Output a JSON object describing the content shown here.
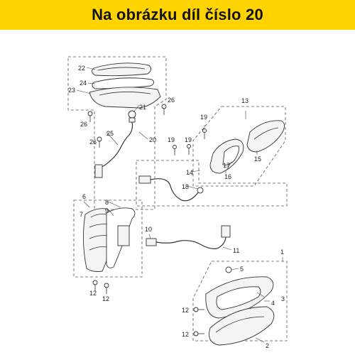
{
  "banner": {
    "title": "Na obrázku díl číslo 20"
  },
  "colors": {
    "banner_bg": "#ffd400",
    "banner_text": "#111111",
    "line": "#333333"
  },
  "callouts": {
    "c1": "1",
    "c2": "2",
    "c3": "3",
    "c4": "4",
    "c5": "5",
    "c6": "6",
    "c7": "7",
    "c8": "8",
    "c9": "9",
    "c10": "10",
    "c11": "11",
    "c12a": "12",
    "c12b": "12",
    "c12c": "12",
    "c12d": "12",
    "c13": "13",
    "c14": "14",
    "c15": "15",
    "c16": "16",
    "c17": "17",
    "c18": "18",
    "c19a": "19",
    "c19b": "19",
    "c19c": "19",
    "c20": "20",
    "c21": "21",
    "c22": "22",
    "c23": "23",
    "c24": "24",
    "c25": "25",
    "c26a": "26",
    "c26b": "26",
    "c26c": "26"
  }
}
